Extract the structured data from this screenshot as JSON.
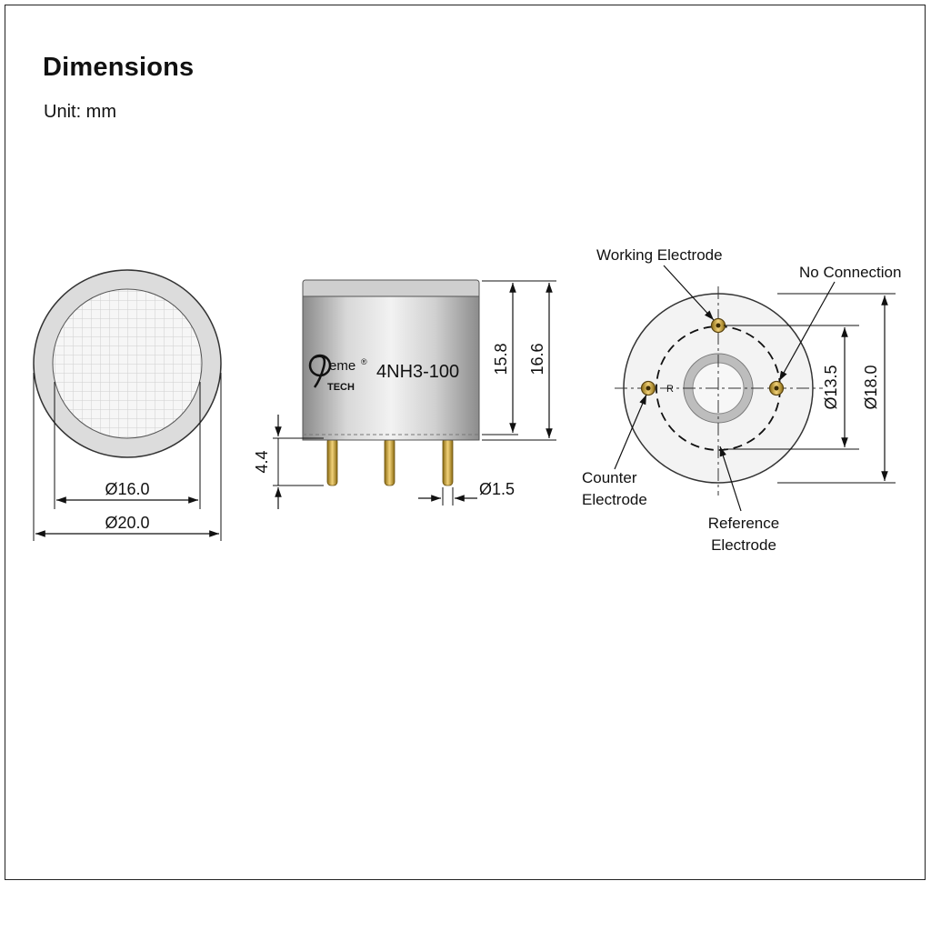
{
  "header": {
    "title": "Dimensions",
    "unit": "Unit: mm"
  },
  "top_view": {
    "inner_diameter": "Ø16.0",
    "outer_diameter": "Ø20.0"
  },
  "side_view": {
    "brand_prefix": "eme",
    "brand_suffix": "TECH",
    "registered_mark": "®",
    "model": "4NH3-100",
    "body_height": "15.8",
    "total_height": "16.6",
    "pin_length": "4.4",
    "pin_diameter": "Ø1.5"
  },
  "bottom_view": {
    "working_electrode": "Working Electrode",
    "no_connection": "No Connection",
    "counter_electrode_line1": "Counter",
    "counter_electrode_line2": "Electrode",
    "reference_electrode_line1": "Reference",
    "reference_electrode_line2": "Electrode",
    "pin_circle_diameter": "Ø13.5",
    "body_diameter": "Ø18.0",
    "reference_marker": "R"
  },
  "colors": {
    "pin_gold": "#c9a030",
    "body_silver": "#c8c8c8",
    "line": "#111111"
  }
}
